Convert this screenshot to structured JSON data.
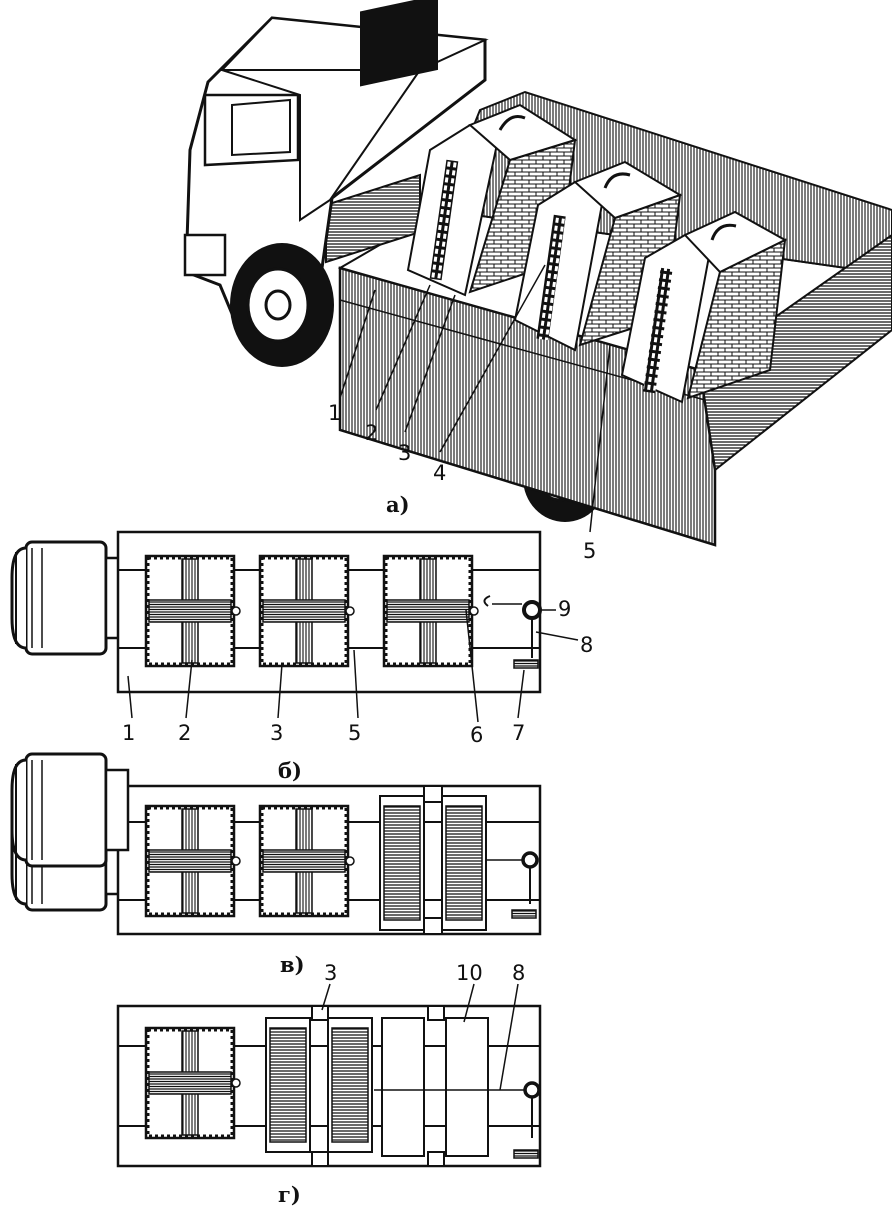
{
  "colors": {
    "ink": "#111111",
    "paper": "#ffffff"
  },
  "view_a": {
    "caption": "а)",
    "callouts": [
      "1",
      "2",
      "3",
      "4",
      "5"
    ]
  },
  "view_b": {
    "caption": "б)",
    "callouts": [
      "1",
      "2",
      "3",
      "5",
      "6",
      "7",
      "8",
      "9"
    ]
  },
  "view_v": {
    "caption": "в)"
  },
  "view_g": {
    "caption": "г)",
    "callouts": [
      "3",
      "10",
      "8"
    ]
  }
}
